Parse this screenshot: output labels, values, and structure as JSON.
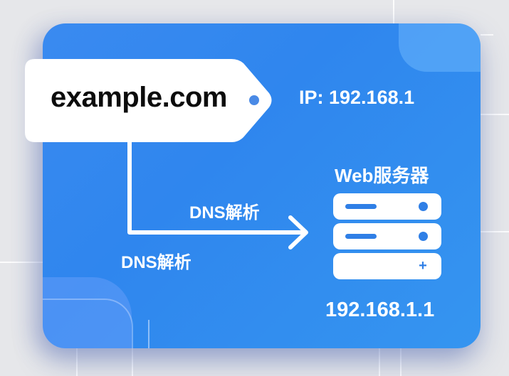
{
  "domain_tag": {
    "text": "example.com"
  },
  "labels": {
    "ip_top": "IP: 192.168.1",
    "server_title": "Web服务器",
    "dns_upper": "DNS解析",
    "dns_lower": "DNS解析",
    "server_ip": "192.168.1.1"
  },
  "server": {
    "rows": [
      {
        "type": "bar-dot"
      },
      {
        "type": "bar-dot"
      },
      {
        "type": "plus",
        "symbol": "+"
      }
    ]
  },
  "colors": {
    "card_blue": "#2f86ee",
    "card_highlight": "#5aaaf6",
    "background": "#e6e7ea",
    "tag_fill": "#ffffff",
    "tag_text": "#0c0c0c",
    "accent_dot": "#4a8ae6",
    "text_light": "#ffffff"
  }
}
